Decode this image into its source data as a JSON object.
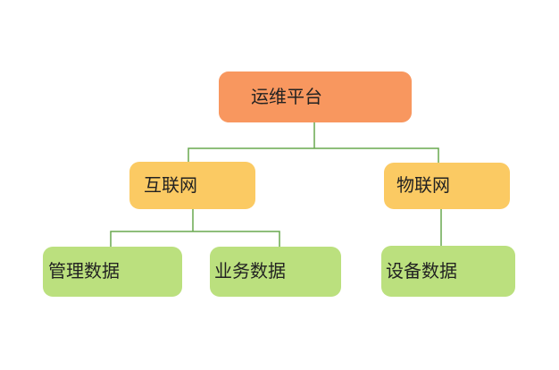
{
  "diagram": {
    "type": "org-tree",
    "levels": 3,
    "background": "#ffffff"
  },
  "colors": {
    "background": "#ffffff",
    "level1-fill": "#F8975F",
    "level2-fill": "#FBCA63",
    "level3-fill": "#BBE07E",
    "connector": "#69A84F",
    "text": "#222222"
  },
  "nodes": [
    {
      "id": "ops-platform",
      "label": "运维平台",
      "level": 1,
      "parent": null
    },
    {
      "id": "internet",
      "label": "互联网",
      "level": 2,
      "parent": "ops-platform"
    },
    {
      "id": "iot",
      "label": "物联网",
      "level": 2,
      "parent": "ops-platform"
    },
    {
      "id": "management-data",
      "label": "管理数据",
      "level": 3,
      "parent": "internet"
    },
    {
      "id": "business-data",
      "label": "业务数据",
      "level": 3,
      "parent": "internet"
    },
    {
      "id": "device-data",
      "label": "设备数据",
      "level": 3,
      "parent": "iot"
    }
  ],
  "edges": [
    {
      "from": "运维平台",
      "to": "互联网"
    },
    {
      "from": "运维平台",
      "to": "物联网"
    },
    {
      "from": "互联网",
      "to": "管理数据"
    },
    {
      "from": "互联网",
      "to": "业务数据"
    },
    {
      "from": "物联网",
      "to": "设备数据"
    }
  ]
}
